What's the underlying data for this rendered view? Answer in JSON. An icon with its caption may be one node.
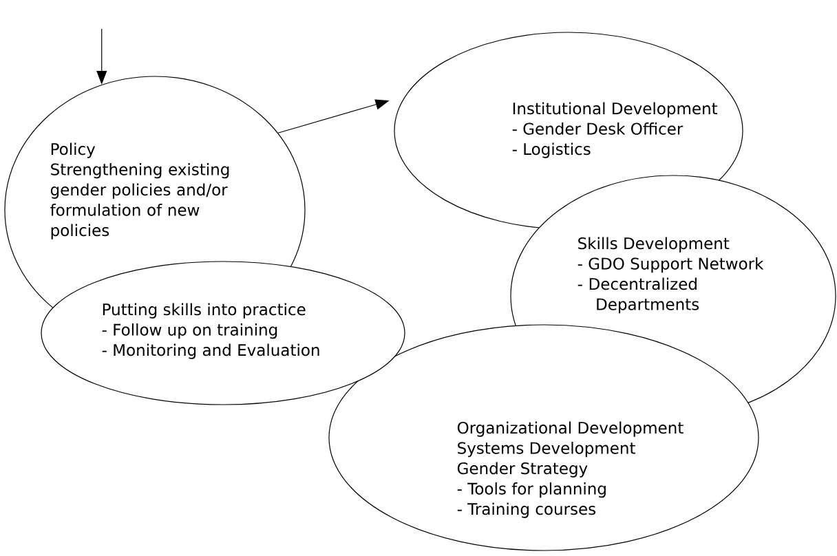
{
  "diagram": {
    "nodes": [
      {
        "text": [
          "Policy",
          "Strengthening existing gender policies and/or formulation of new policies"
        ]
      },
      {
        "text": [
          "Institutional Development",
          "- Gender Desk Officer",
          "- Logistics"
        ]
      },
      {
        "text": [
          "Skills Development",
          "- GDO Support Network",
          "- Decentralized Departments"
        ]
      },
      {
        "text": [
          "Putting skills into practice",
          "- Follow up on training",
          "- Monitoring and Evaluation"
        ]
      },
      {
        "text": [
          "Organizational Development",
          "Systems Development",
          "Gender Strategy",
          "- Tools for planning",
          "- Training courses"
        ]
      }
    ],
    "edges": [
      {
        "from": null,
        "to": 0,
        "arrow": "to"
      },
      {
        "from": 0,
        "to": 1,
        "arrow": "to"
      }
    ]
  }
}
